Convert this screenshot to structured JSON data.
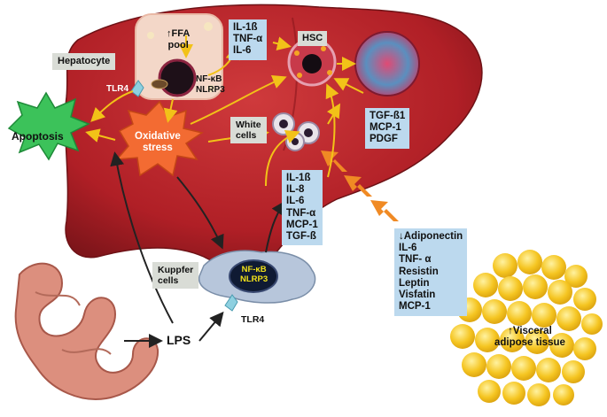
{
  "labels": {
    "hepatocyte": "Hepatocyte",
    "ffa_pool_line1": "↑FFA",
    "ffa_pool_line2": "pool",
    "tlr4_liver": "TLR4",
    "nfkb_hep_line1": "NF-κB",
    "nfkb_hep_line2": "NLRP3",
    "hsc": "HSC",
    "apoptosis": "Apoptosis",
    "oxidative_line1": "Oxidative",
    "oxidative_line2": "stress",
    "white_cells_line1": "White",
    "white_cells_line2": "cells",
    "kupffer_line1": "Kuppfer",
    "kupffer_line2": "cells",
    "nfkb_kup_line1": "NF-κB",
    "nfkb_kup_line2": "NLRP3",
    "tlr4_kupffer": "TLR4",
    "lps": "LPS",
    "visceral_line1": "↑Visceral",
    "visceral_line2": "adipose tissue"
  },
  "boxes": {
    "cytokines_top": [
      "IL-1ß",
      "TNF-α",
      "IL-6"
    ],
    "hsc_factors": [
      "TGF-ß1",
      "MCP-1",
      "PDGF"
    ],
    "kupffer_cytokines": [
      "IL-1ß",
      "IL-8",
      "IL-6",
      "TNF-α",
      "MCP-1",
      "TGF-ß"
    ],
    "adipokines": [
      "↓Adiponectin",
      "IL-6",
      "TNF-  α",
      "Resistin",
      "Leptin",
      "Visfatin",
      "MCP-1"
    ]
  },
  "colors": {
    "liver": "#b8232a",
    "liver_dark": "#8c1a1f",
    "arrow_yellow": "#f2c218",
    "arrow_orange": "#f08a24",
    "box_blue": "#bcd9ee",
    "box_grey": "#d9dcd6",
    "apoptosis_green": "#3cc25a",
    "oxidative_orange": "#f36b32",
    "adipose_yellow": "#f3c21f",
    "intestine_pink": "#dc8f7e"
  }
}
